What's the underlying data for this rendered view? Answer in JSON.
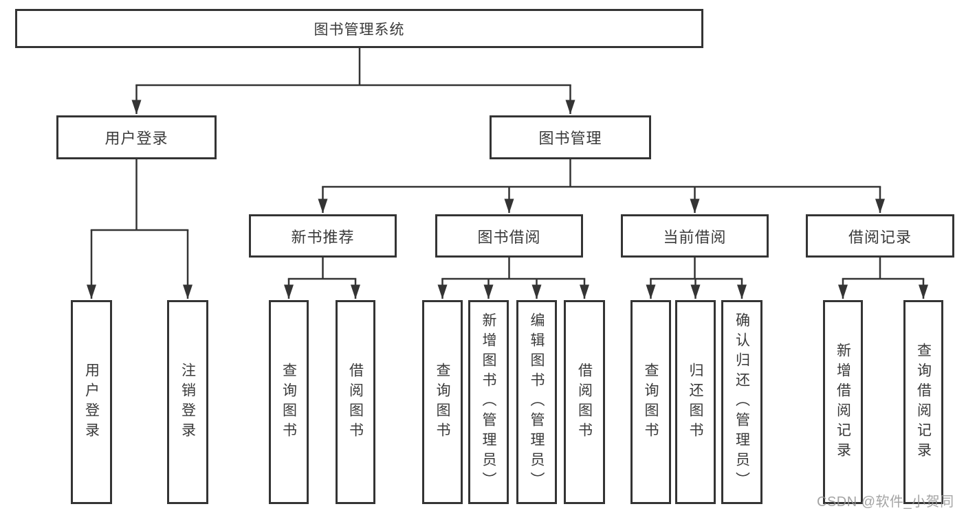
{
  "diagram_type": "hierarchy-tree",
  "title": "图书管理系统",
  "tree": {
    "label": "图书管理系统",
    "children": [
      {
        "label": "用户登录",
        "children": [
          {
            "label": "用户登录"
          },
          {
            "label": "注销登录"
          }
        ]
      },
      {
        "label": "图书管理",
        "children": [
          {
            "label": "新书推荐",
            "children": [
              {
                "label": "查询图书"
              },
              {
                "label": "借阅图书"
              }
            ]
          },
          {
            "label": "图书借阅",
            "children": [
              {
                "label": "查询图书"
              },
              {
                "label": "新增图书（管理员）"
              },
              {
                "label": "编辑图书（管理员）"
              },
              {
                "label": "借阅图书"
              }
            ]
          },
          {
            "label": "当前借阅",
            "children": [
              {
                "label": "查询图书"
              },
              {
                "label": "归还图书"
              },
              {
                "label": "确认归还（管理员）"
              }
            ]
          },
          {
            "label": "借阅记录",
            "children": [
              {
                "label": "新增借阅记录"
              },
              {
                "label": "查询借阅记录"
              }
            ]
          }
        ]
      }
    ]
  },
  "watermark": "CSDN @软件_小贺同学",
  "colors": {
    "line": "#343434",
    "box_border": "#343434",
    "box_fill": "#ffffff",
    "text": "#3a3a3a",
    "watermark": "#989898"
  }
}
